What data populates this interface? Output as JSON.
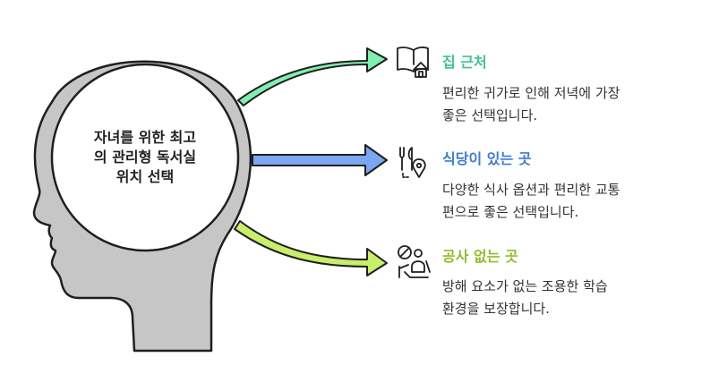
{
  "center": {
    "lines": [
      "자녀를 위한 최고",
      "의 관리형 독서실",
      "위치 선택"
    ]
  },
  "items": [
    {
      "title": "집 근처",
      "desc": [
        "편리한 귀가로 인해 저녁에 가장",
        "좋은 선택입니다."
      ],
      "icon": "book-house-icon",
      "color": "#3fc58d",
      "arrow_color": "#7ff0b0"
    },
    {
      "title": "식당이 있는 곳",
      "desc": [
        "다양한 식사 옵션과 편리한 교통",
        "편으로 좋은 선택입니다."
      ],
      "icon": "utensils-location-icon",
      "color": "#3e7bd9",
      "arrow_color": "#7aa6f2"
    },
    {
      "title": "공사 없는 곳",
      "desc": [
        "방해 요소가 없는 조용한 학습",
        "환경을 보장합니다."
      ],
      "icon": "no-construction-icon",
      "color": "#8fbf2a",
      "arrow_color": "#c8ee6a"
    }
  ]
}
